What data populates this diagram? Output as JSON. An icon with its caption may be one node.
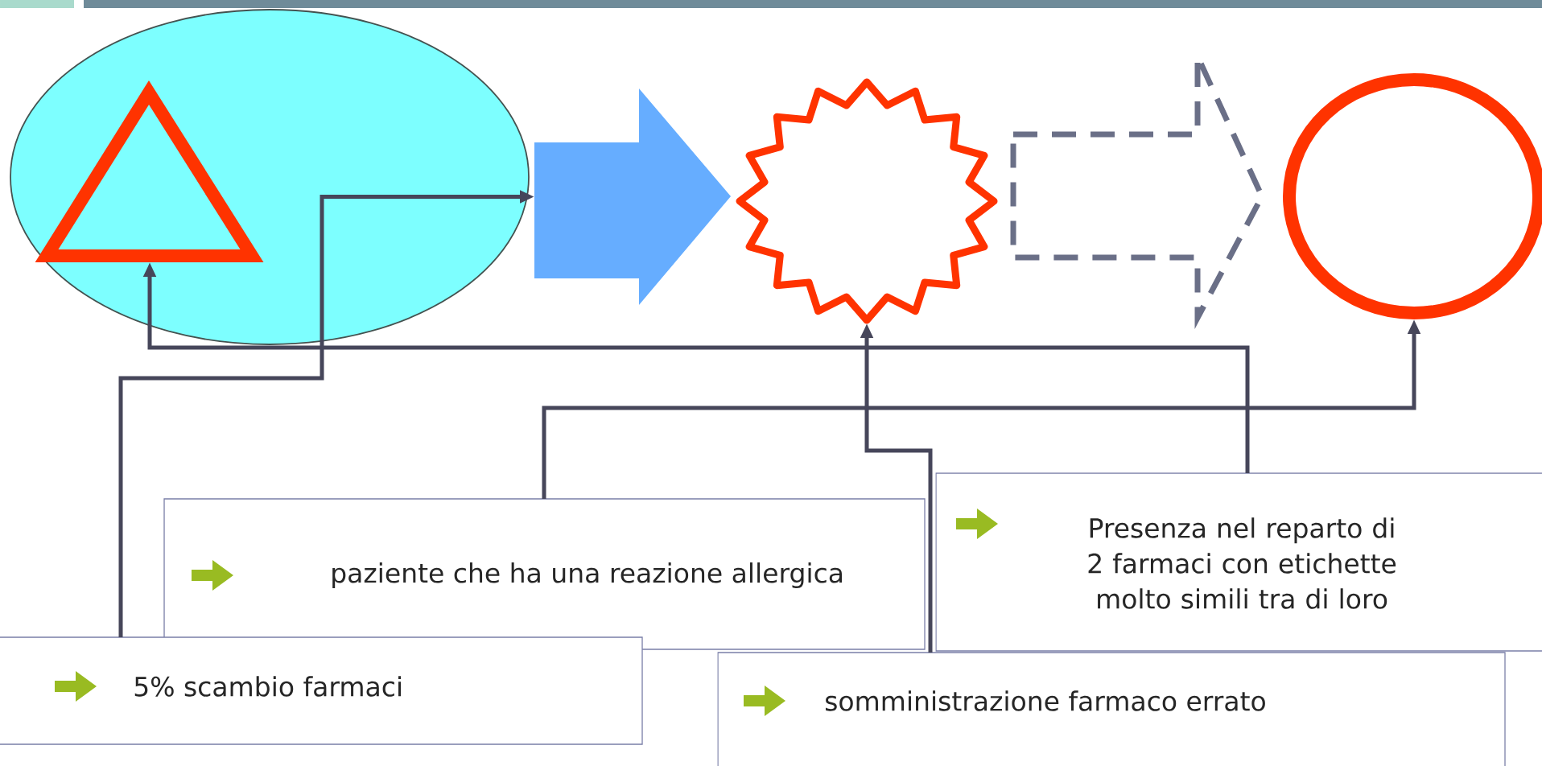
{
  "diagram": {
    "nodes": [
      {
        "text": [],
        "shape": "ellipse"
      },
      {
        "text": [],
        "shape": "triangle",
        "in": 0
      },
      {
        "text": [],
        "shape": "arrow"
      },
      {
        "text": [],
        "shape": "star"
      },
      {
        "text": [],
        "shape": "circle"
      },
      {
        "text": [
          "Presenza nel reparto di 2 farmaci con etichette molto simili tra di loro"
        ]
      },
      {
        "text": [
          "paziente che ha una reazione allergica"
        ]
      },
      {
        "text": [
          "5% scambio farmaci"
        ]
      },
      {
        "text": [
          "somministrazione farmaco errato"
        ]
      }
    ],
    "edges": [
      {
        "from": 5,
        "to": 1,
        "arrow": "to"
      },
      {
        "from": 6,
        "to": 4,
        "arrow": "to"
      },
      {
        "from": 8,
        "to": 3,
        "arrow": "to"
      },
      {
        "from": 7,
        "to": 2,
        "arrow": "to"
      },
      {
        "from": 3,
        "to": 4,
        "arrow": "to",
        "style": "dashed",
        "color": "#6a5a87"
      }
    ]
  }
}
